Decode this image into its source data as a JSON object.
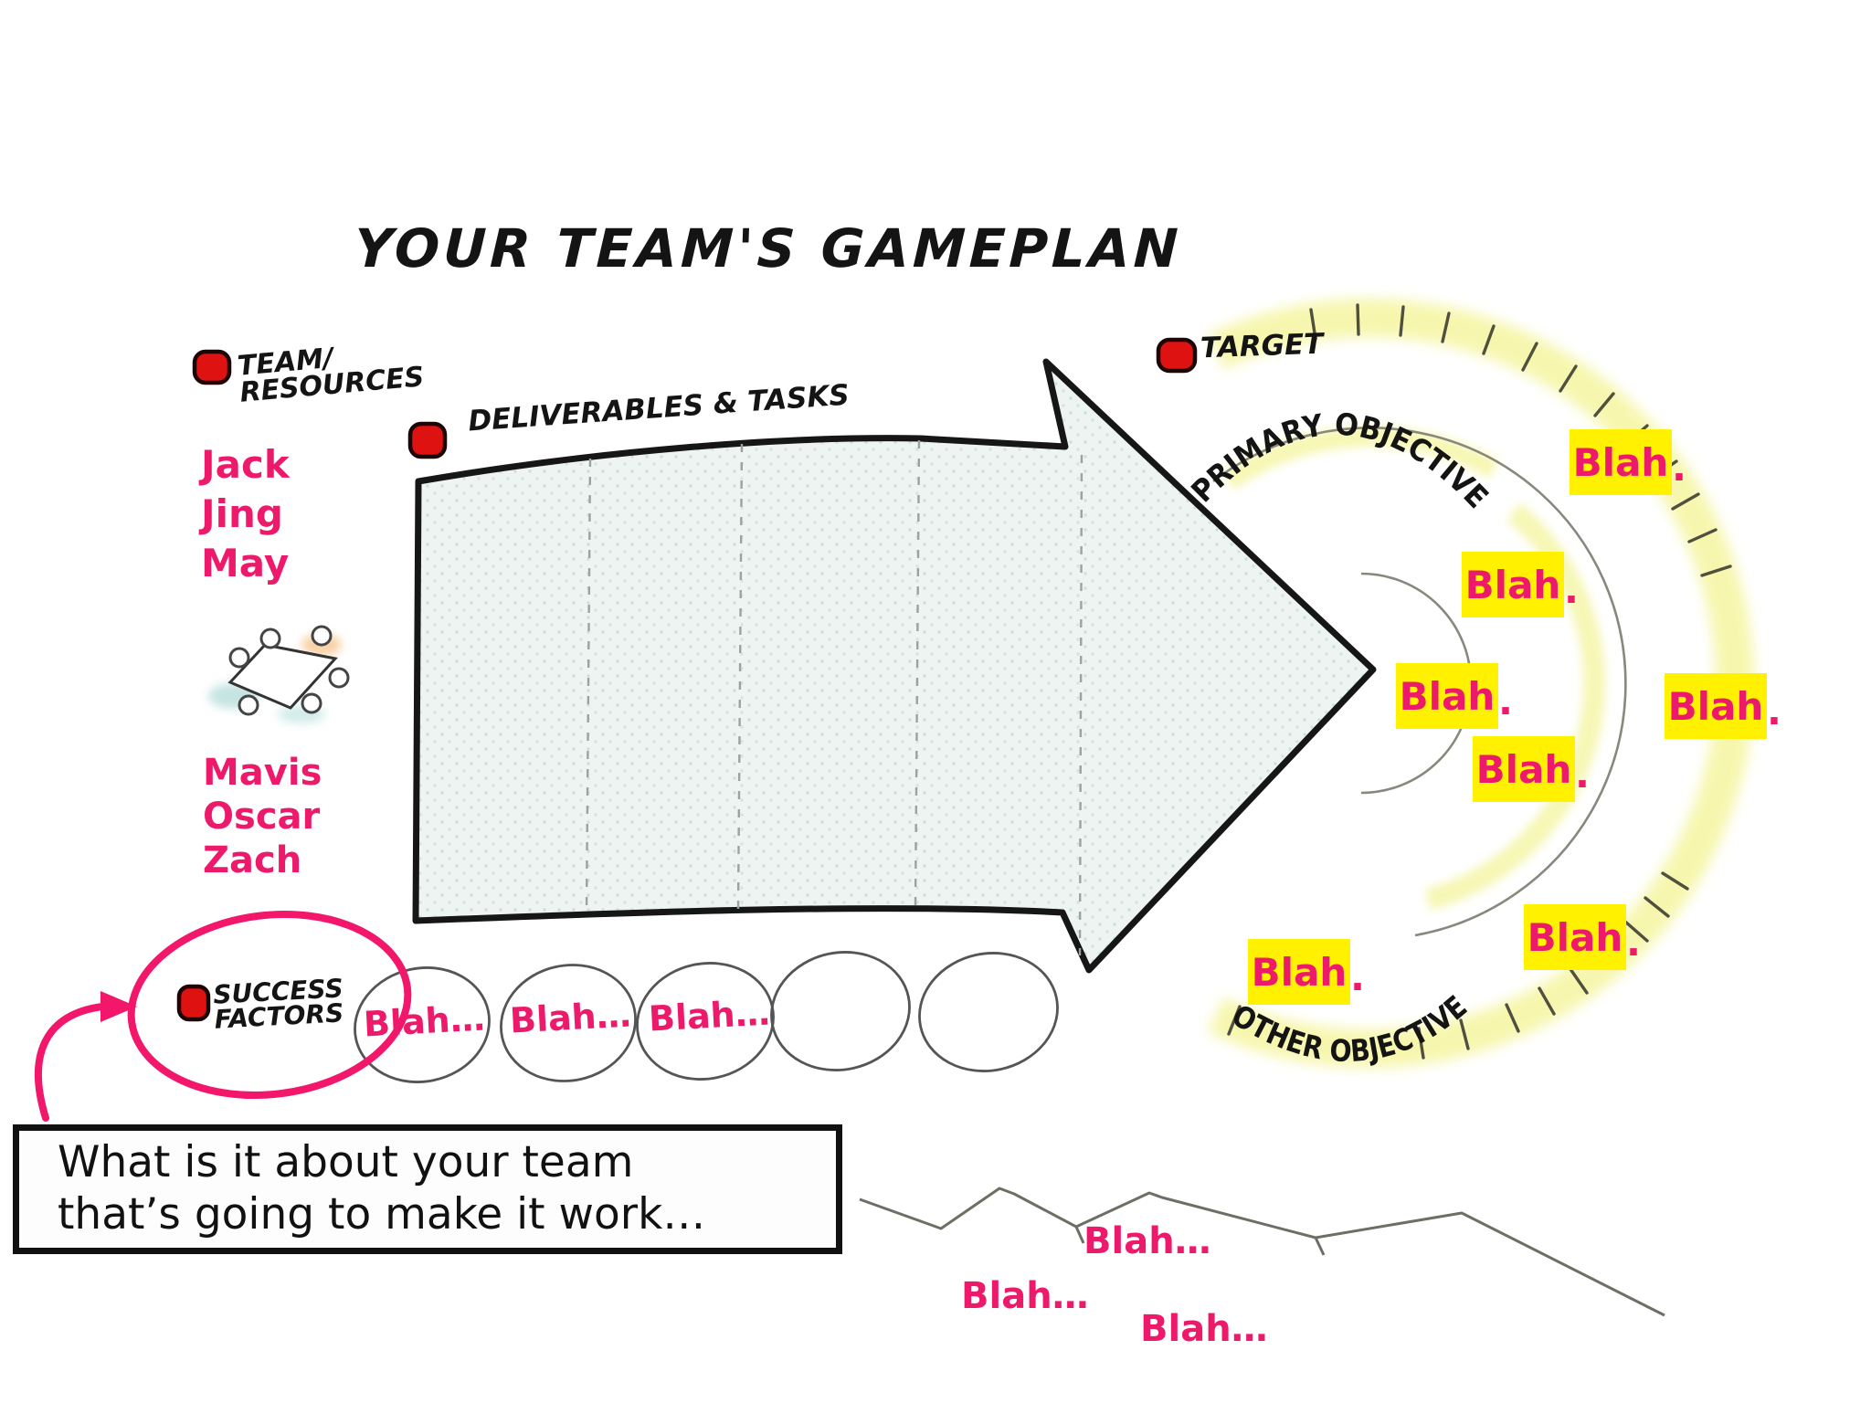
{
  "title": "YOUR TEAM'S GAMEPLAN",
  "labels": {
    "team1": "TEAM/",
    "team2": "RESOURCES",
    "deliverables": "DELIVERABLES & TASKS",
    "target": "TARGET",
    "primary": "PRIMARY OBJECTIVES",
    "other": "OTHER OBJECTIVES",
    "success1": "SUCCESS",
    "success2": "FACTORS"
  },
  "team_top": [
    "Jack",
    "Jing",
    "May"
  ],
  "team_bottom": [
    "Mavis",
    "Oscar",
    "Zach"
  ],
  "circle_notes": [
    "Blah…",
    "Blah…",
    "Blah…"
  ],
  "sticky": {
    "label": "Blah",
    "dot": "."
  },
  "bottom_notes": [
    "Blah…",
    "Blah…",
    "Blah…"
  ],
  "callout": {
    "line1": "What is it about your team",
    "line2": "that’s going to make it work…"
  },
  "colors": {
    "pink": "#ED1A6B",
    "sticky_yellow": "#FFF100",
    "bullet_red": "#DF1212",
    "arrow_fill": "#EDF4F1",
    "glow_yellow": "#F5F5A0"
  }
}
